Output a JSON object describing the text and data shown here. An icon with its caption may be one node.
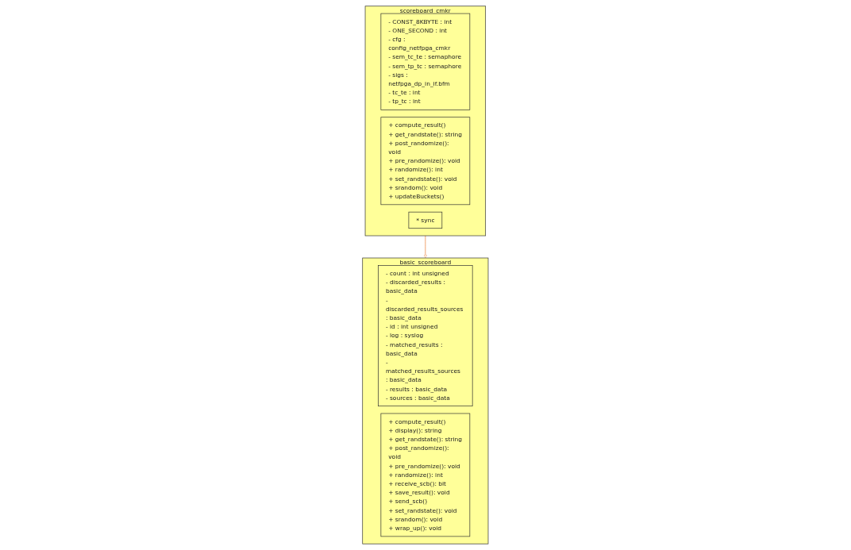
{
  "diagram": {
    "nodes": [
      {
        "text": [
          "basic_scoreboard"
        ]
      },
      {
        "text": [
          "- count : int unsigned",
          "- discarded_results : basic_data",
          "- discarded_results_sources : basic_data",
          "- id : int unsigned",
          "- log : syslog",
          "- matched_results : basic_data",
          "- matched_results_sources : basic_data",
          "- results : basic_data",
          "- sources : basic_data"
        ],
        "in": 0
      },
      {
        "text": [
          "+ compute_result()",
          "+ display(): string",
          "+ get_randstate(): string",
          "+ post_randomize(): void",
          "+ pre_randomize(): void",
          "+ randomize(): int",
          "+ receive_scb(): bit",
          "+ save_result(): void",
          "+ send_scb()",
          "+ set_randstate(): void",
          "+ srandom(): void",
          "+ wrap_up(): void"
        ],
        "in": 0
      },
      {
        "text": [
          "scoreboard_cmkr"
        ]
      },
      {
        "text": [
          "- CONST_8KBYTE : int",
          "- ONE_SECOND : int",
          "- cfg : config_netfpga_cmkr",
          "- sem_tc_te : semaphore",
          "- sem_tp_tc : semaphore",
          "- sigs : netfpga_dp_in_if.bfm",
          "- tc_te : int",
          "- tp_tc : int"
        ],
        "in": 3
      },
      {
        "text": [
          "+ compute_result()",
          "+ get_randstate(): string",
          "+ post_randomize(): void",
          "+ pre_randomize(): void",
          "+ randomize(): int",
          "+ set_randstate(): void",
          "+ srandom(): void",
          "+ updateBuckets()"
        ],
        "in": 3
      },
      {
        "text": [
          "* sync"
        ],
        "in": 3
      }
    ],
    "edges": [
      {
        "from": 3,
        "to": 0,
        "arrow": "to",
        "color": "#e8782c"
      }
    ]
  }
}
